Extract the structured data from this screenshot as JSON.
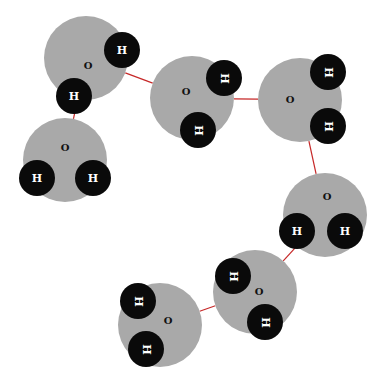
{
  "diagram": {
    "nodes": [
      {
        "text": [
          "O"
        ]
      },
      {
        "text": [
          "H"
        ],
        "in": 0
      },
      {
        "text": [
          "H"
        ],
        "in": 0
      },
      {
        "text": [
          "O"
        ]
      },
      {
        "text": [
          "H"
        ],
        "in": 3
      },
      {
        "text": [
          "H"
        ],
        "in": 3
      },
      {
        "text": [
          "O"
        ]
      },
      {
        "text": [
          "H"
        ],
        "in": 6
      },
      {
        "text": [
          "H"
        ],
        "in": 6
      },
      {
        "text": [
          "O"
        ]
      },
      {
        "text": [
          "H"
        ],
        "in": 9
      },
      {
        "text": [
          "H"
        ],
        "in": 9
      },
      {
        "text": [
          "O"
        ]
      },
      {
        "text": [
          "H"
        ],
        "in": 12
      },
      {
        "text": [
          "H"
        ],
        "in": 12
      },
      {
        "text": [
          "O"
        ]
      },
      {
        "text": [
          "H"
        ],
        "in": 15
      },
      {
        "text": [
          "H"
        ],
        "in": 15
      },
      {
        "text": [
          "O"
        ]
      },
      {
        "text": [
          "H"
        ],
        "in": 18
      },
      {
        "text": [
          "H"
        ],
        "in": 18
      }
    ],
    "edges": [
      {
        "from": 0,
        "to": 3,
        "arrow": "none"
      },
      {
        "from": 0,
        "to": 6,
        "arrow": "none"
      },
      {
        "from": 6,
        "to": 9,
        "arrow": "none"
      },
      {
        "from": 9,
        "to": 12,
        "arrow": "none"
      },
      {
        "from": 12,
        "to": 15,
        "arrow": "none"
      },
      {
        "from": 15,
        "to": 18,
        "arrow": "none"
      }
    ]
  }
}
